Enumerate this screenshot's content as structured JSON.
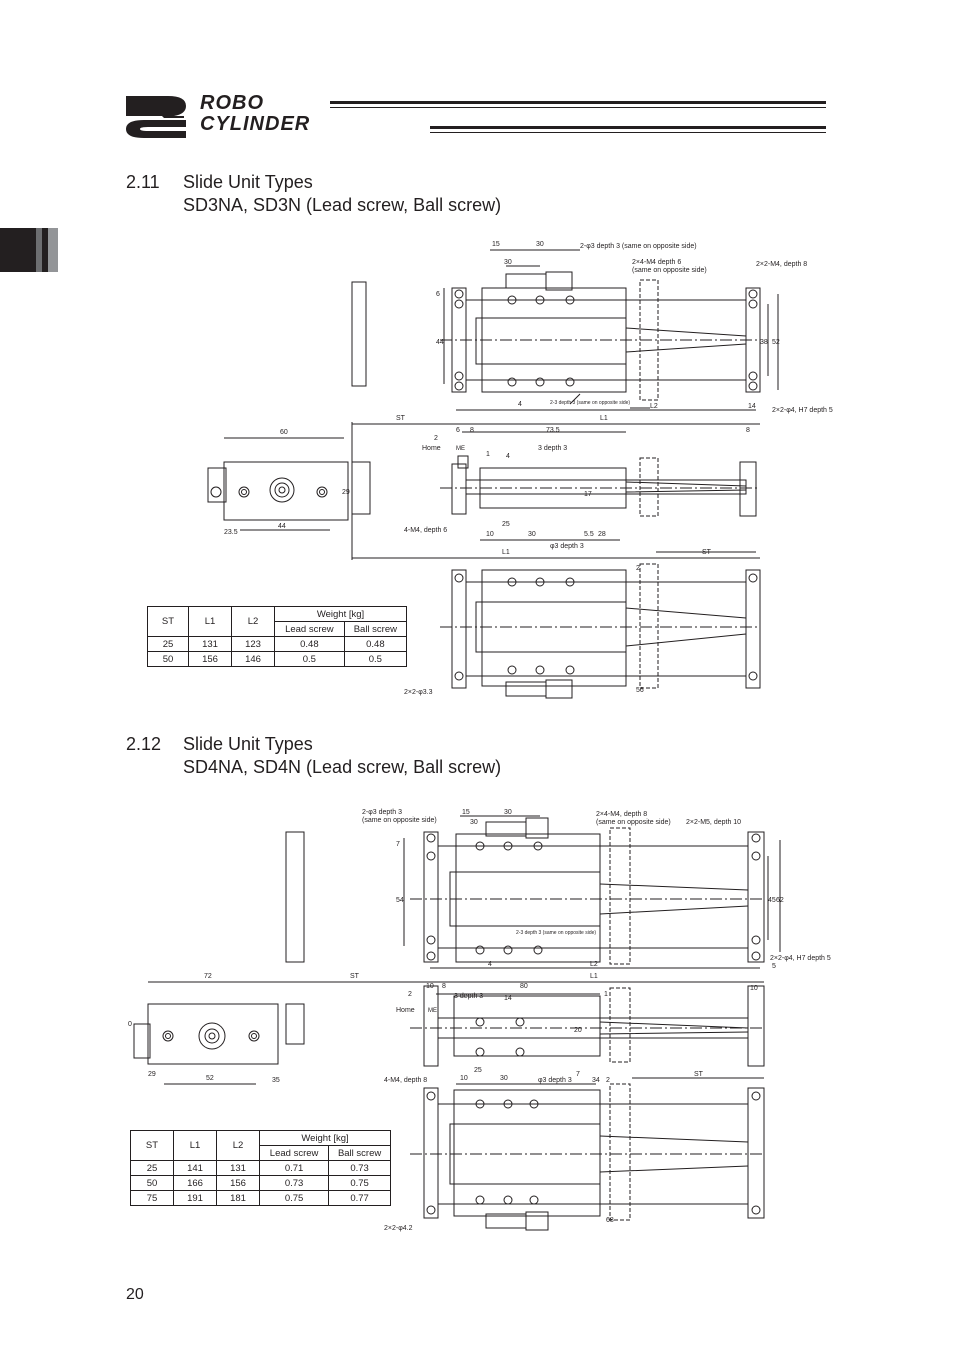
{
  "header": {
    "logo_line1": "ROBO",
    "logo_line2": "CYLINDER"
  },
  "section1": {
    "number": "2.11",
    "title": "Slide Unit Types",
    "subtitle": "SD3NA, SD3N (Lead screw, Ball screw)",
    "table": {
      "headers": {
        "st": "ST",
        "l1": "L1",
        "l2": "L2",
        "weight": "Weight [kg]",
        "lead": "Lead screw",
        "ball": "Ball screw"
      },
      "rows": [
        {
          "st": "25",
          "l1": "131",
          "l2": "123",
          "lead": "0.48",
          "ball": "0.48"
        },
        {
          "st": "50",
          "l1": "156",
          "l2": "146",
          "lead": "0.5",
          "ball": "0.5"
        }
      ]
    },
    "labels": {
      "d15": "15",
      "d30a": "30",
      "d30b": "30",
      "hole3": "2-φ3 depth 3 (same on opposite side)",
      "m4": "2×4-M4 depth 6",
      "m4b": "(same on opposite side)",
      "m4d8": "2×2-M4, depth 8",
      "d6": "6",
      "d44": "44",
      "d38": "38",
      "d52": "52",
      "d4": "4",
      "d14": "14",
      "d2_3": "2-3 depth 3 (same on opposite side)",
      "L2": "L2",
      "h7": "2×2-φ4, H7 depth 5",
      "d60": "60",
      "ST": "ST",
      "L1": "L1",
      "d6b": "6",
      "d8": "8",
      "d735": "73.5",
      "d8b": "8",
      "d2": "2",
      "home": "Home",
      "me": "ME",
      "d1": "1",
      "d4b": "4",
      "d3dep": "3 depth 3",
      "d29": "29",
      "d17": "17",
      "d235": "23.5",
      "d44b": "44",
      "m4dep": "4-M4, depth 6",
      "d25": "25",
      "d55": "5.5",
      "d28": "28",
      "d10": "10",
      "d30c": "30",
      "hole3b": "φ3 depth 3",
      "L1b": "L1",
      "STb": "ST",
      "d2b": "2",
      "d2x33": "2×2-φ3.3",
      "d56": "56"
    }
  },
  "section2": {
    "number": "2.12",
    "title": "Slide Unit Types",
    "subtitle": "SD4NA, SD4N (Lead screw, Ball screw)",
    "table": {
      "headers": {
        "st": "ST",
        "l1": "L1",
        "l2": "L2",
        "weight": "Weight [kg]",
        "lead": "Lead screw",
        "ball": "Ball screw"
      },
      "rows": [
        {
          "st": "25",
          "l1": "141",
          "l2": "131",
          "lead": "0.71",
          "ball": "0.73"
        },
        {
          "st": "50",
          "l1": "166",
          "l2": "156",
          "lead": "0.73",
          "ball": "0.75"
        },
        {
          "st": "75",
          "l1": "191",
          "l2": "181",
          "lead": "0.75",
          "ball": "0.77"
        }
      ]
    },
    "labels": {
      "hole3": "2-φ3 depth 3",
      "hole3b": "(same on opposite side)",
      "d15": "15",
      "d30a": "30",
      "d30b": "30",
      "m4": "2×4-M4, depth 8",
      "m4b": "(same on opposite side)",
      "m5": "2×2-M5, depth 10",
      "d7": "7",
      "d54": "54",
      "d45": "45",
      "d62": "62",
      "d4": "4",
      "d2_3": "2-3 depth 3 (same on opposite side)",
      "L2": "L2",
      "h7": "2×2-φ4, H7 depth 5",
      "d5": "5",
      "d72": "72",
      "ST": "ST",
      "L1": "L1",
      "d10": "10",
      "d8": "8",
      "d80": "80",
      "d10b": "10",
      "d2": "2",
      "home": "Home",
      "me": "ME",
      "d3dep": "3 depth 3",
      "d14": "14",
      "d1": "1",
      "d20": "20",
      "d29": "29",
      "d52": "52",
      "d35": "35",
      "m4dep": "4-M4, depth 8",
      "d25": "25",
      "d10c": "10",
      "d30c": "30",
      "hole3c": "φ3 depth 3",
      "d7b": "7",
      "d34": "34",
      "d2b": "2",
      "STb": "ST",
      "d2x42": "2×2-φ4.2",
      "d68": "68",
      "d0": "0"
    }
  },
  "footer": {
    "page_number": "20"
  }
}
